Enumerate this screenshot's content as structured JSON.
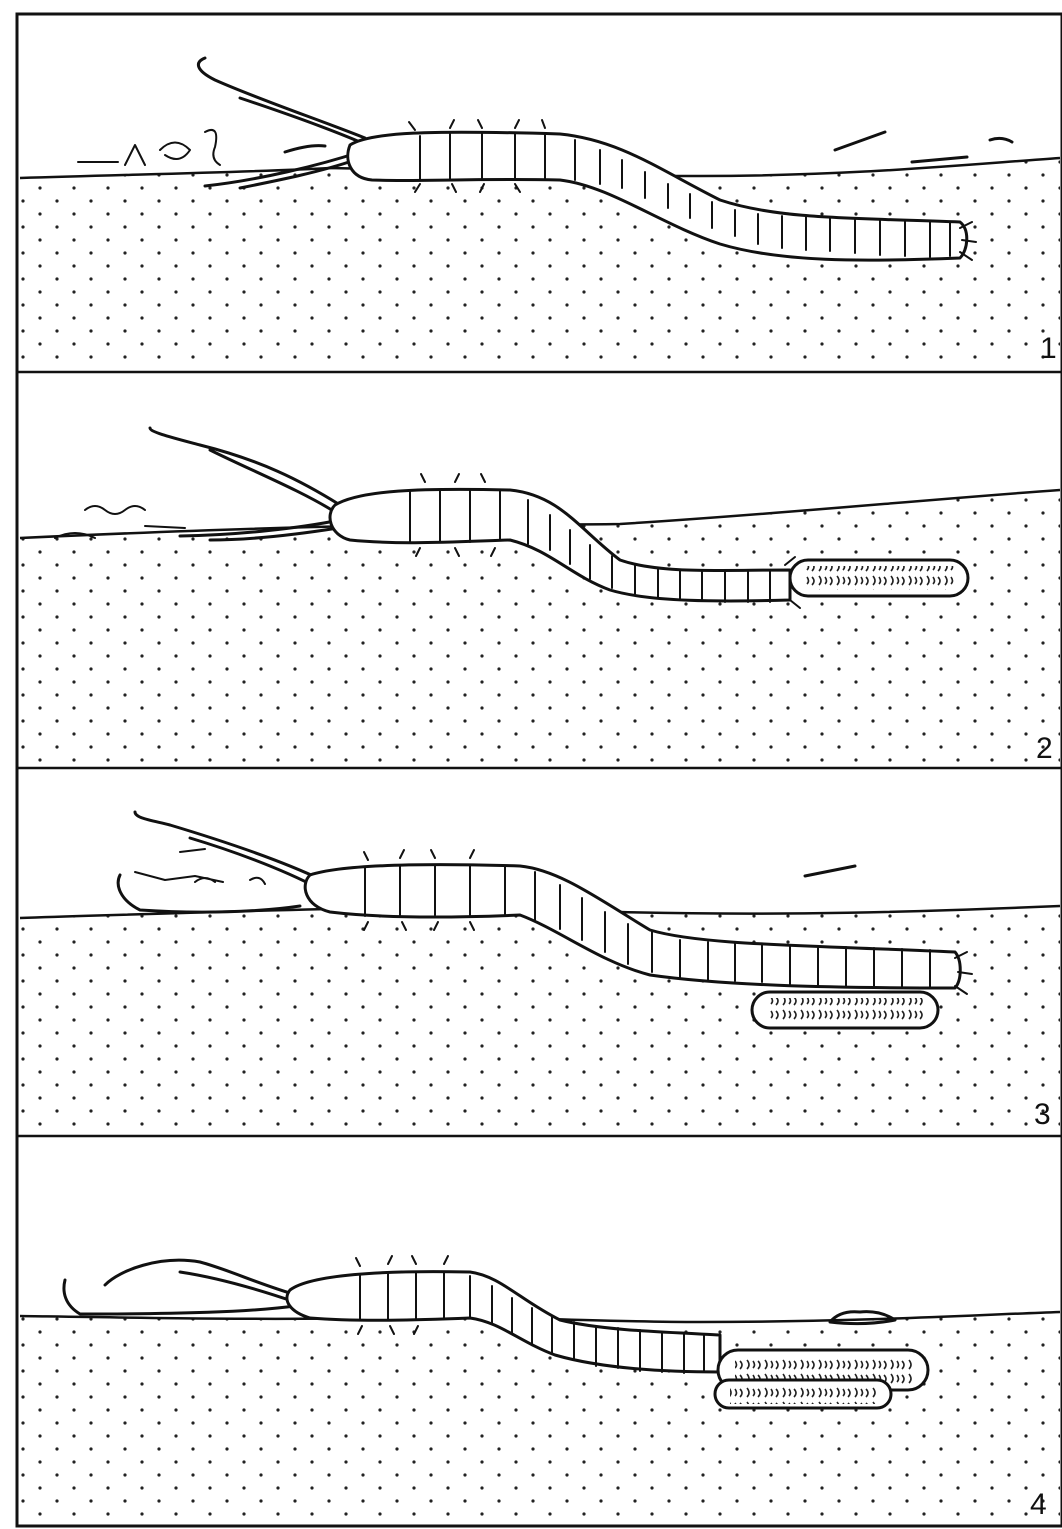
{
  "panels": [
    {
      "number": "1"
    },
    {
      "number": "2"
    },
    {
      "number": "3"
    },
    {
      "number": "4"
    }
  ]
}
